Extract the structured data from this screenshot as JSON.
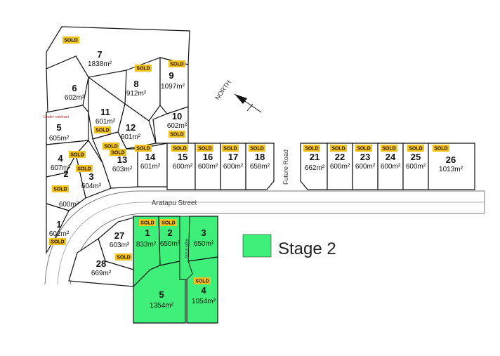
{
  "map": {
    "street_name": "Aratapu Street",
    "future_road": "Future Road",
    "right_of_way": "Right of way",
    "north_label": "NORTH",
    "under_contract": "Under contract",
    "sold_label": "SOLD"
  },
  "legend": {
    "label": "Stage 2",
    "color": "#3ef07a"
  },
  "lots": [
    {
      "id": "1",
      "area": "602m²",
      "sold": true
    },
    {
      "id": "2",
      "area": "600m²",
      "sold": true
    },
    {
      "id": "3",
      "area": "604m²",
      "sold": true
    },
    {
      "id": "4",
      "area": "607m²",
      "sold": true
    },
    {
      "id": "5",
      "area": "605m²",
      "sold": false
    },
    {
      "id": "6",
      "area": "602m²",
      "sold": false
    },
    {
      "id": "7",
      "area": "1838m²",
      "sold": true
    },
    {
      "id": "8",
      "area": "912m²",
      "sold": true
    },
    {
      "id": "9",
      "area": "1097m²",
      "sold": true
    },
    {
      "id": "10",
      "area": "602m²",
      "sold": true
    },
    {
      "id": "11",
      "area": "601m²",
      "sold": true
    },
    {
      "id": "12",
      "area": "601m²",
      "sold": true
    },
    {
      "id": "13",
      "area": "603m²",
      "sold": true
    },
    {
      "id": "14",
      "area": "601m²",
      "sold": true
    },
    {
      "id": "15",
      "area": "600m²",
      "sold": true
    },
    {
      "id": "16",
      "area": "600m²",
      "sold": true
    },
    {
      "id": "17",
      "area": "600m²",
      "sold": true
    },
    {
      "id": "18",
      "area": "658m²",
      "sold": true
    },
    {
      "id": "21",
      "area": "662m²",
      "sold": true
    },
    {
      "id": "22",
      "area": "600m²",
      "sold": true
    },
    {
      "id": "23",
      "area": "600m²",
      "sold": true
    },
    {
      "id": "24",
      "area": "600m²",
      "sold": true
    },
    {
      "id": "25",
      "area": "600m²",
      "sold": true
    },
    {
      "id": "26",
      "area": "1013m²",
      "sold": true
    },
    {
      "id": "27",
      "area": "603m²",
      "sold": true
    },
    {
      "id": "28",
      "area": "669m²",
      "sold": false
    }
  ],
  "stage2_lots": [
    {
      "id": "1",
      "area": "833m²",
      "sold": true
    },
    {
      "id": "2",
      "area": "650m²",
      "sold": true
    },
    {
      "id": "3",
      "area": "650m²",
      "sold": false
    },
    {
      "id": "4",
      "area": "1054m²",
      "sold": true
    },
    {
      "id": "5",
      "area": "1354m²",
      "sold": false
    }
  ]
}
